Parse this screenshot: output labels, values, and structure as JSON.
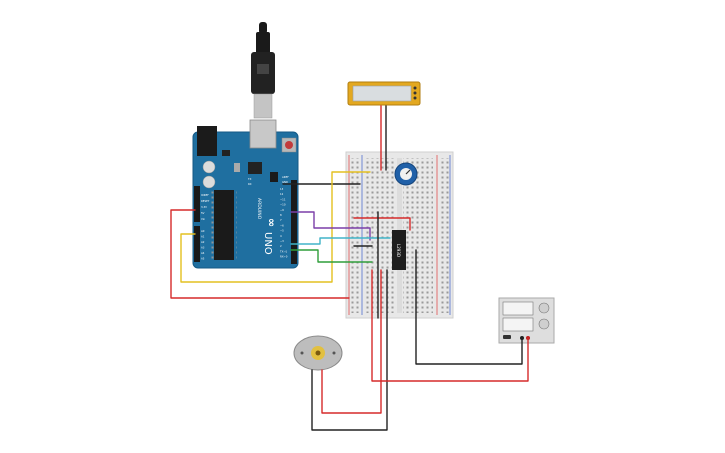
{
  "arduino": {
    "brand": "ARDUINO",
    "model": "UNO",
    "logo": "∞",
    "label_aref": "AREF",
    "label_gnd": "GND",
    "label_analog": "ANALOG IN",
    "label_power": "POWER",
    "label_digital": "DIGITAL (PWM~)",
    "label_tx": "TX",
    "label_rx": "RX",
    "label_ioref": "IOREF",
    "label_reset": "RESET",
    "label_33v": "3.3V",
    "label_5v": "5V",
    "label_vin": "Vin",
    "analog_pins": [
      "A0",
      "A1",
      "A2",
      "A3",
      "A4",
      "A5"
    ],
    "digital_pins": [
      "13",
      "12",
      "~11",
      "~10",
      "~9",
      "8",
      "7",
      "~6",
      "~5",
      "4",
      "~3",
      "2",
      "TX→1",
      "RX←0"
    ]
  },
  "ic": {
    "label": "L293D"
  },
  "colors": {
    "board": "#1f6fa0",
    "breadboard": "#e8e8e8",
    "wire_red": "#d62a2a",
    "wire_black": "#222222",
    "wire_yellow": "#e4c020",
    "wire_purple": "#7b3fa8",
    "wire_green": "#2f9e3a",
    "wire_cyan": "#40b4c8",
    "lcd_frame": "#e3a820",
    "potentiometer": "#2060a8"
  },
  "icons": {
    "usb": "usb-cable-icon",
    "motor": "dc-motor-icon",
    "power_supply": "dc-power-supply-icon",
    "potentiometer": "potentiometer-icon",
    "lcd": "lcd-display-icon"
  }
}
